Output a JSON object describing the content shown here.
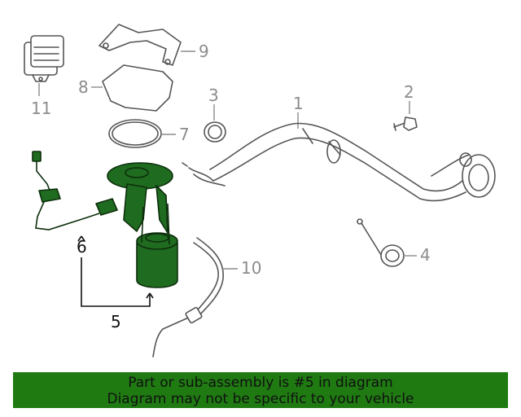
{
  "callouts": {
    "c1": "1",
    "c2": "2",
    "c3": "3",
    "c4": "4",
    "c5": "5",
    "c6": "6",
    "c7": "7",
    "c8": "8",
    "c9": "9",
    "c10": "10",
    "c11": "11"
  },
  "highlight_color": "#1f6b1f",
  "banner_color": "#1f7a12",
  "banner": {
    "line1": "Part or sub-assembly is #5 in diagram",
    "line2": "Diagram may not be specific to your vehicle"
  }
}
